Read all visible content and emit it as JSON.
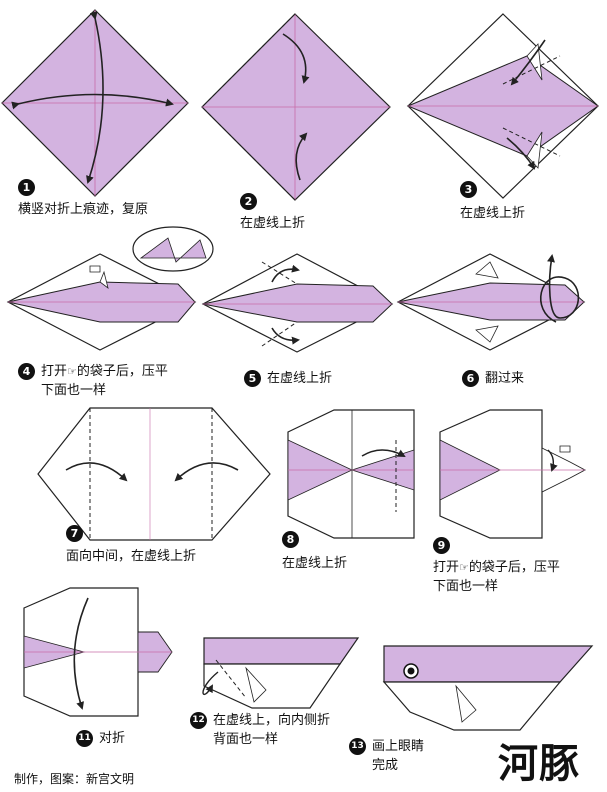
{
  "colors": {
    "paper": "#d3b3e0",
    "line": "#222222",
    "crease": "#c86ca8"
  },
  "steps": [
    {
      "num": "1",
      "text": "横竖对折上痕迹，复原"
    },
    {
      "num": "2",
      "text": "在虚线上折"
    },
    {
      "num": "3",
      "text": "在虚线上折"
    },
    {
      "num": "4",
      "text_a": "打开",
      "icon": "pointing-hand-icon",
      "text_b": "的袋子后，压平",
      "text_c": "下面也一样"
    },
    {
      "num": "5",
      "text": "在虚线上折"
    },
    {
      "num": "6",
      "text": "翻过来"
    },
    {
      "num": "7",
      "text": "面向中间，在虚线上折"
    },
    {
      "num": "8",
      "text": "在虚线上折"
    },
    {
      "num": "9",
      "text_a": "打开",
      "icon": "pointing-hand-icon",
      "text_b": "的袋子后，压平",
      "text_c": "下面也一样"
    },
    {
      "num": "11",
      "text": "对折"
    },
    {
      "num": "12",
      "text_a": "在虚线上，向内侧折",
      "text_b": "背面也一样"
    },
    {
      "num": "13",
      "text_a": "画上眼睛",
      "text_b": "完成"
    }
  ],
  "credit": "制作，图案：新宫文明",
  "title": "河豚"
}
